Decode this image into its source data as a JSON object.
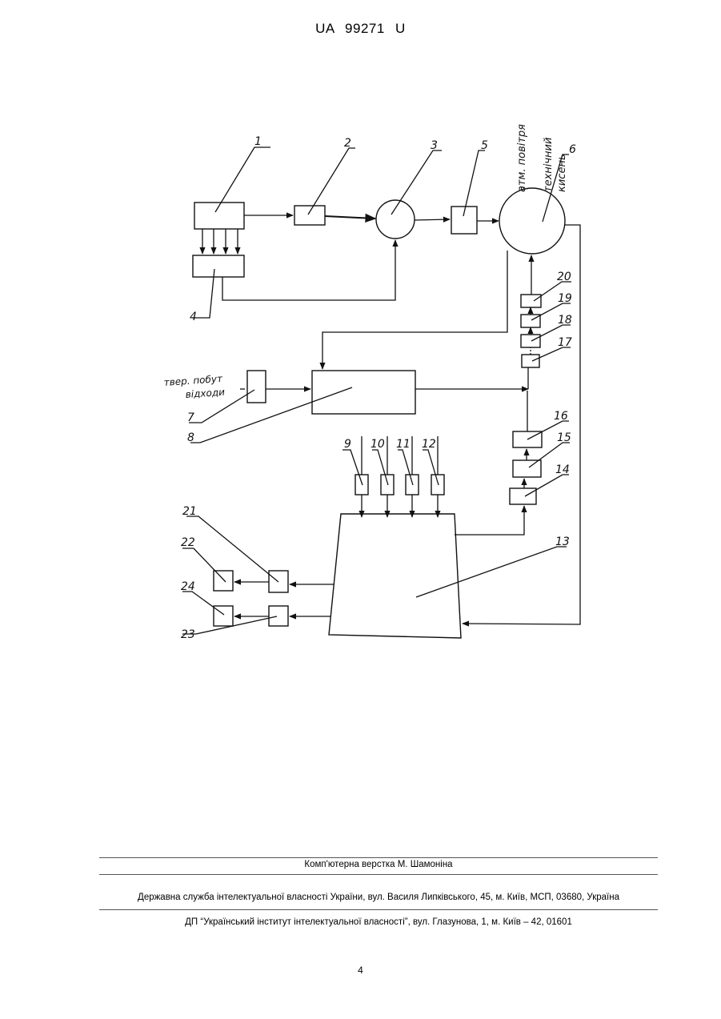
{
  "header": {
    "doc_number": "UA   99271   U"
  },
  "figure": {
    "labels": {
      "n1": "1",
      "n2": "2",
      "n3": "3",
      "n4": "4",
      "n5": "5",
      "n6": "6",
      "n7": "7",
      "n8": "8",
      "n9": "9",
      "n10": "10",
      "n11": "11",
      "n12": "12",
      "n13": "13",
      "n14": "14",
      "n15": "15",
      "n16": "16",
      "n17": "17",
      "n18": "18",
      "n19": "19",
      "n20": "20",
      "n21": "21",
      "n22": "22",
      "n23": "23",
      "n24": "24"
    },
    "annotations": {
      "atm_air": "атм. повітря",
      "tech_oxygen_1": "технічний",
      "tech_oxygen_2": "кисень",
      "solid_waste_1": "твер. побут",
      "solid_waste_2": "відходи"
    }
  },
  "footer": {
    "layout_credit": "Комп'ютерна верстка М. Шамоніна",
    "agency": "Державна служба інтелектуальної власності України, вул. Василя Липківського, 45, м. Київ, МСП, 03680, Україна",
    "institute": "ДП “Український інститут інтелектуальної власності”, вул. Глазунова, 1, м. Київ – 42, 01601"
  },
  "page_number": "4"
}
